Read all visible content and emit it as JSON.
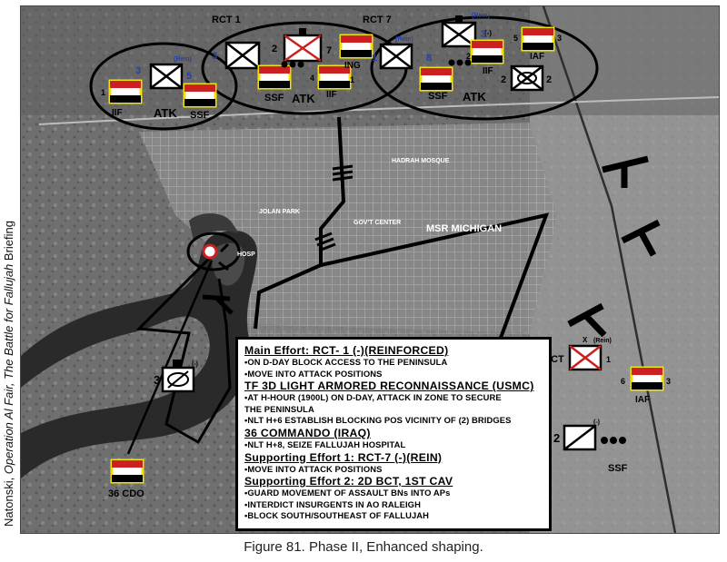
{
  "side_credit": {
    "author": "Natonski, ",
    "title": "Operation Al Fair, The Battle for Fallujah",
    "rest": " Briefing"
  },
  "caption": "Figure 81. Phase II, Enhanced shaping.",
  "map_labels": {
    "rct1": "RCT 1",
    "rct7": "RCT 7",
    "atk": "ATK",
    "ssf": "SSF",
    "iif": "IIF",
    "ing": "ING",
    "iaf": "IAF",
    "hadrah_mosque": "HADRAH  MOSQUE",
    "jolan_park": "JOLAN PARK",
    "govt_center": "GOV'T CENTER",
    "msr_michigan": "MSR MICHIGAN",
    "hosp": "HOSP",
    "cdo": "36 CDO",
    "bct": "2 BCT",
    "rein": "(Rein)",
    "minus": "(-)",
    "x": "X",
    "n1": "1",
    "n2": "2",
    "n3": "3",
    "n4": "4",
    "n5": "5",
    "n6": "6",
    "n7": "7",
    "n8": "8"
  },
  "order": {
    "main_head": "Main Effort:  RCT- 1 (-)(REINFORCED)",
    "main_1": "•ON D-DAY BLOCK ACCESS TO THE PENINSULA",
    "main_2": "•MOVE INTO ATTACK POSITIONS",
    "tf_head": "TF 3D LIGHT ARMORED RECONNAISSANCE (USMC)",
    "tf_1": "•AT H-HOUR (1900L) ON D-DAY, ATTACK IN ZONE TO SECURE",
    "tf_1b": "  THE PENINSULA",
    "tf_2": "•NLT H+6 ESTABLISH BLOCKING POS VICINITY OF (2) BRIDGES",
    "cdo_head": "36 COMMANDO (IRAQ)",
    "cdo_1": "•NLT H+8, SEIZE FALLUJAH HOSPITAL",
    "sup1_head": "Supporting Effort 1: RCT-7 (-)(REIN)",
    "sup1_1": "•MOVE INTO ATTACK POSITIONS",
    "sup2_head": "Supporting Effort 2: 2D BCT, 1ST CAV",
    "sup2_1": "•GUARD MOVEMENT OF ASSAULT BNs INTO APs",
    "sup2_2": "•INTERDICT INSURGENTS IN AO RALEIGH",
    "sup2_3": "•BLOCK SOUTH/SOUTHEAST OF FALLUJAH"
  },
  "colors": {
    "iraqi_red": "#cc1f1f",
    "iraqi_yellow": "#f2e200",
    "us_blue": "#2b3fa0",
    "imagery": "#6e6e6e"
  }
}
